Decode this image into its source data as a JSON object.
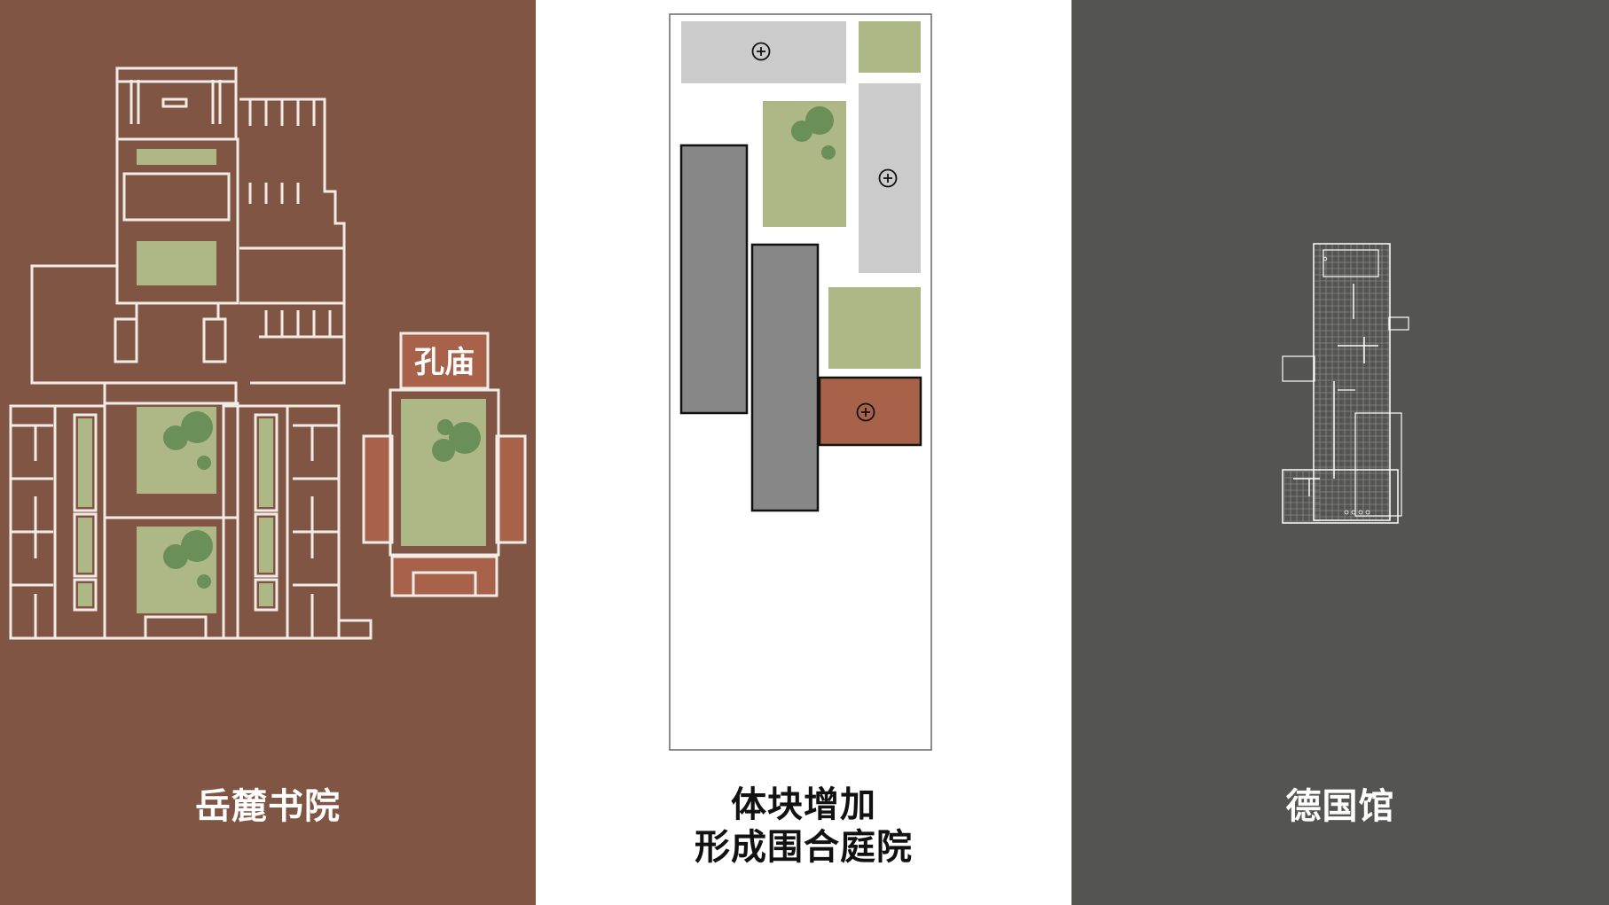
{
  "colors": {
    "left_bg": "#815544",
    "middle_bg": "#ffffff",
    "right_bg": "#545452",
    "courtyard_green": "#aeb887",
    "tree_green": "#6b8f59",
    "brick": "#a8624a",
    "massing_dark": "#878787",
    "massing_light": "#cbcbcb",
    "line_white": "#f2ece6"
  },
  "left_panel": {
    "caption": "岳麓书院",
    "temple_label": "孔庙"
  },
  "middle_panel": {
    "caption_line1": "体块增加",
    "caption_line2": "形成围合庭院",
    "icon": "plus-circle-icon"
  },
  "right_panel": {
    "caption": "德国馆"
  }
}
